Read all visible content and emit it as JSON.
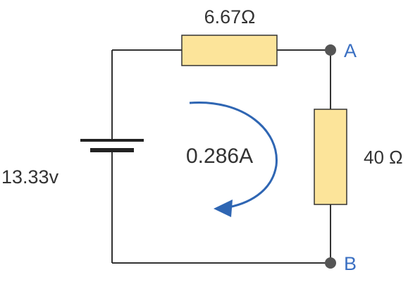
{
  "circuit": {
    "source_voltage": "13.33v",
    "series_resistor": "6.67Ω",
    "load_resistor": "40 Ω",
    "current": "0.286A",
    "terminal_a": "A",
    "terminal_b": "B"
  },
  "colors": {
    "wire": "#333333",
    "resistor_fill": "#fce49a",
    "resistor_stroke": "#333333",
    "terminal_dot": "#555555",
    "current_arrow": "#2f66b3",
    "terminal_label": "#3a6fc2",
    "text": "#333333"
  }
}
